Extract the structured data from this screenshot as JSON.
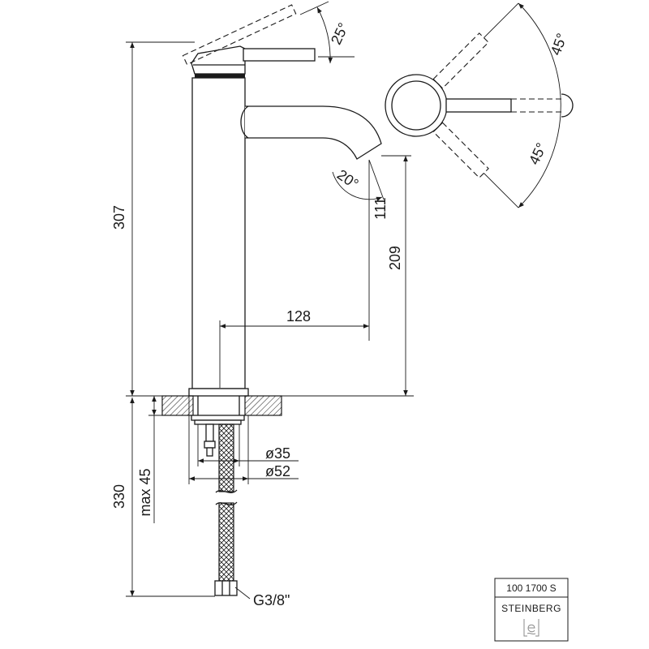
{
  "dimensions": {
    "handle_angle": "25°",
    "swivel_angle_upper": "45°",
    "swivel_angle_lower": "45°",
    "spout_angle": "20°",
    "overall_height": "307",
    "dim_111": "111",
    "outlet_height": "209",
    "spout_reach": "128",
    "hose_length": "330",
    "max_deck_thickness": "max 45",
    "shank_diameter": "ø35",
    "base_diameter": "ø52",
    "connection_thread": "G3/8\""
  },
  "title_block": {
    "article_number": "100 1700 S",
    "brand": "STEINBERG"
  },
  "colors": {
    "line": "#1a1a1a",
    "background": "#ffffff"
  }
}
